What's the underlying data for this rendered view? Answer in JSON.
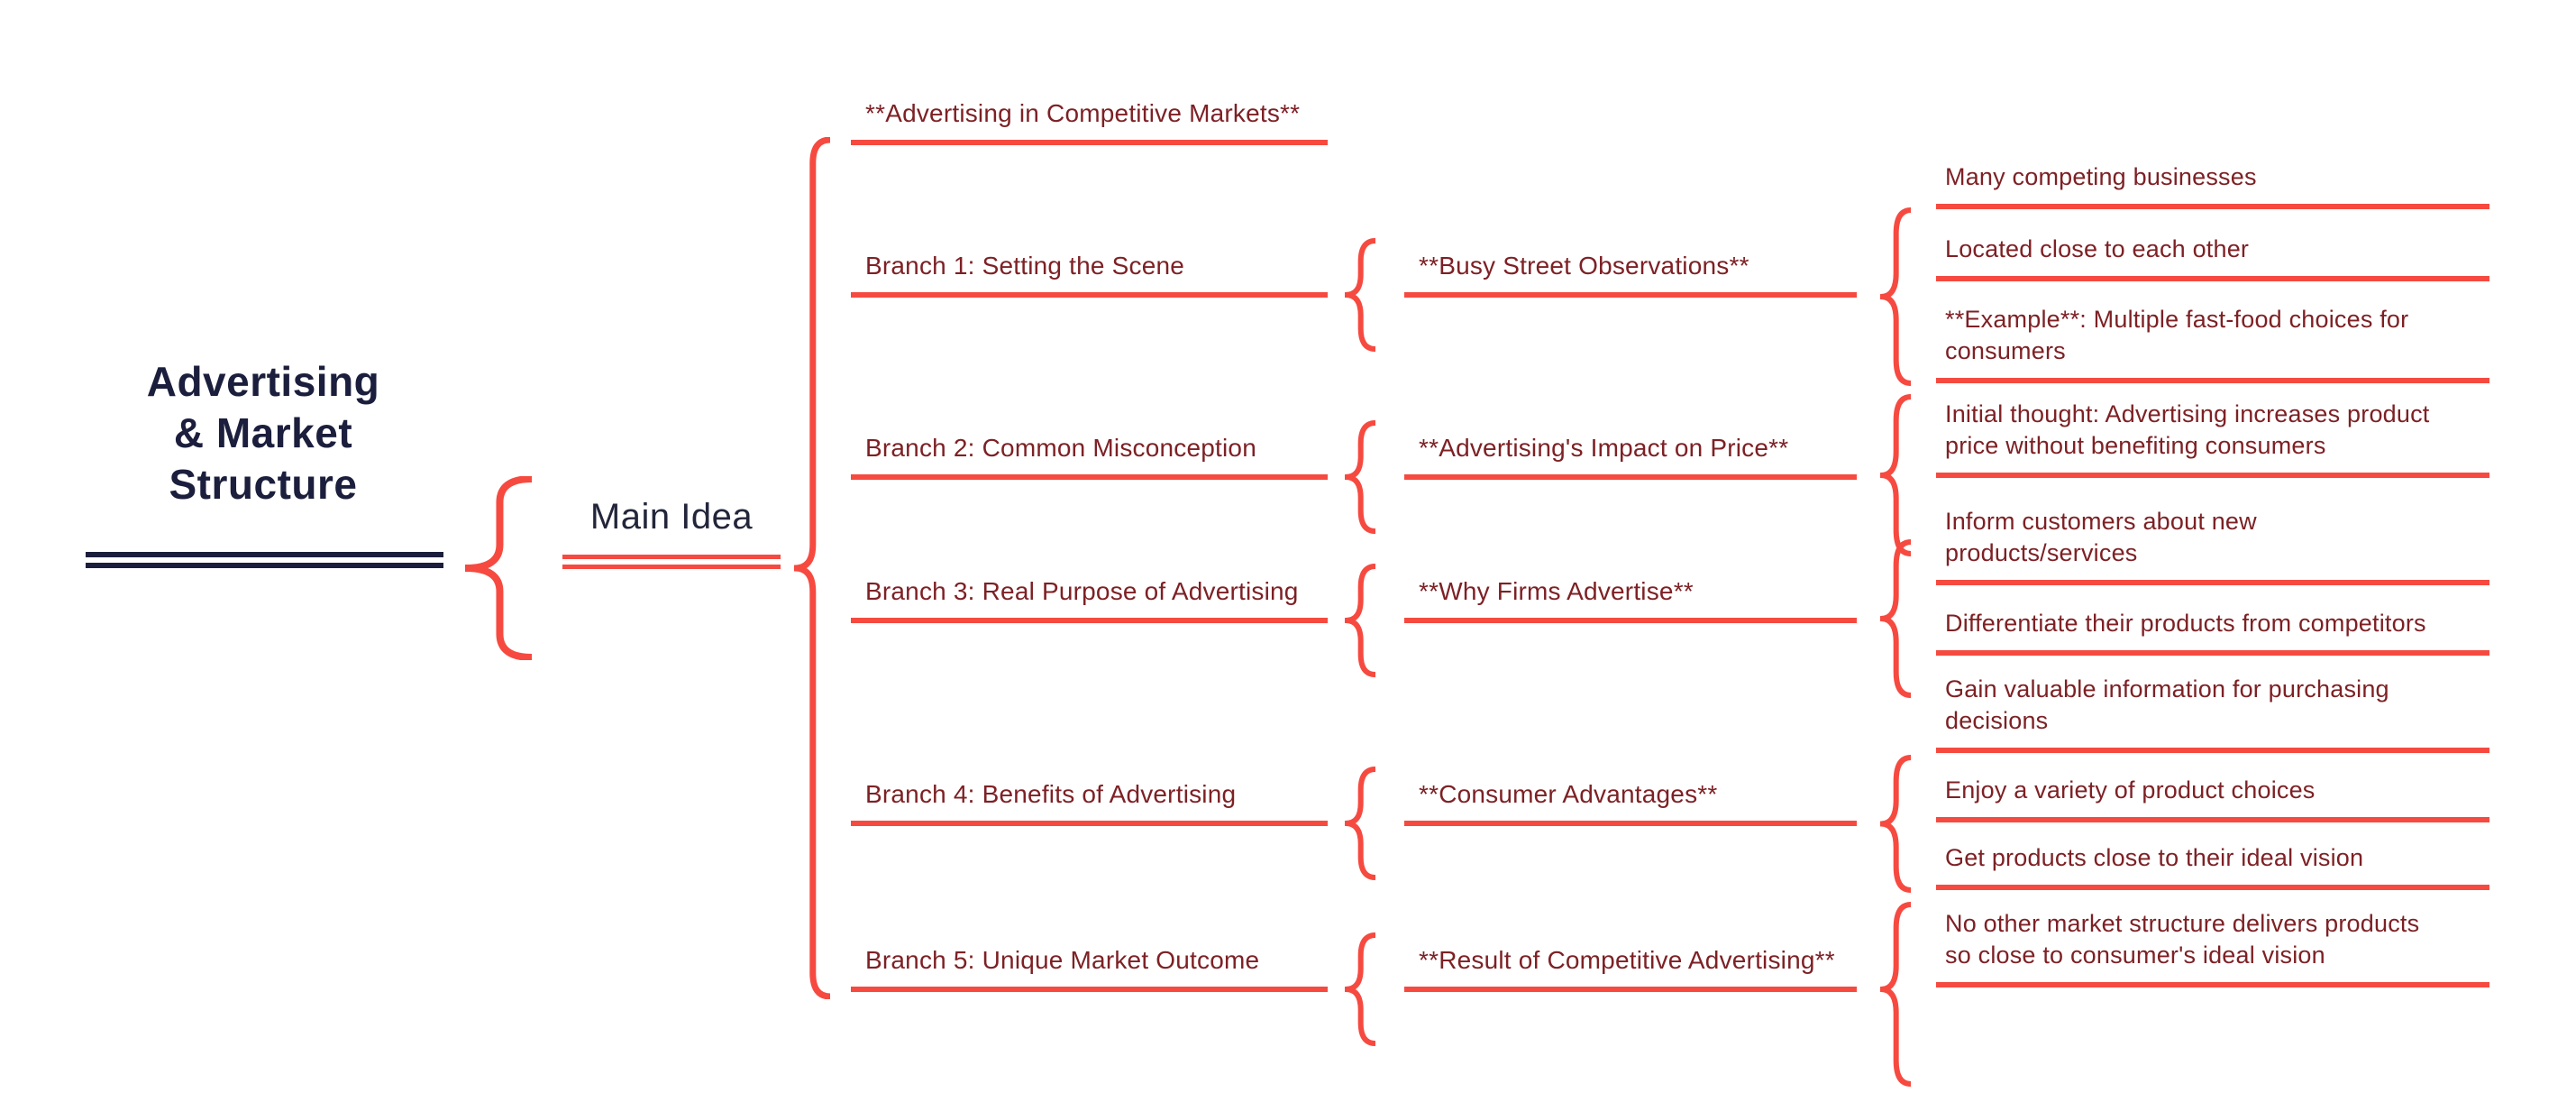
{
  "root": {
    "title": "Advertising\n& Market\nStructure"
  },
  "main_idea": {
    "label": "Main Idea"
  },
  "top_item": {
    "label": "**Advertising in Competitive Markets**"
  },
  "branches": [
    {
      "label": "Branch 1: Setting the Scene",
      "topic": "**Busy Street Observations**",
      "leaves": [
        "Many competing businesses",
        "Located close to each other",
        "**Example**: Multiple fast-food choices for\nconsumers"
      ]
    },
    {
      "label": "Branch 2: Common Misconception",
      "topic": "**Advertising's Impact on Price**",
      "leaves": [
        "Initial thought: Advertising increases product\nprice without benefiting consumers"
      ]
    },
    {
      "label": "Branch 3: Real Purpose of Advertising",
      "topic": "**Why Firms Advertise**",
      "leaves": [
        "Inform customers about new\nproducts/services",
        "Differentiate their products from competitors"
      ]
    },
    {
      "label": "Branch 4: Benefits of Advertising",
      "topic": "**Consumer Advantages**",
      "leaves": [
        "Gain valuable information for purchasing\ndecisions",
        "Enjoy a variety of product choices",
        "Get products close to their ideal vision"
      ]
    },
    {
      "label": "Branch 5: Unique Market Outcome",
      "topic": "**Result of Competitive Advertising**",
      "leaves": [
        "No other market structure delivers products\nso close to consumer's ideal vision"
      ]
    }
  ],
  "colors": {
    "accent": "#f64a40",
    "branch_text": "#7d2125",
    "root_text": "#1b1e3c"
  }
}
